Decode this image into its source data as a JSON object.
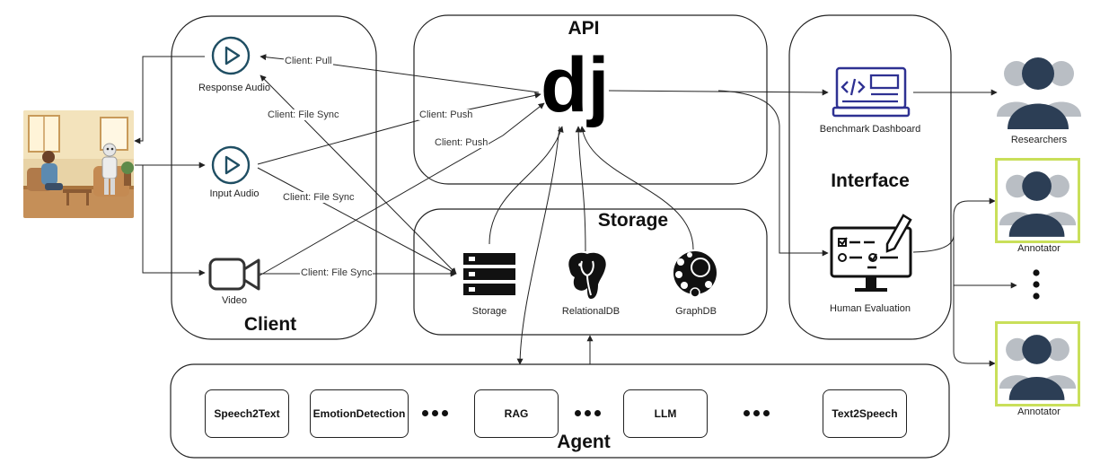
{
  "groups": {
    "api": "API",
    "storage": "Storage",
    "interface": "Interface",
    "client": "Client",
    "agent": "Agent"
  },
  "client": {
    "response_audio": "Response Audio",
    "input_audio": "Input Audio",
    "video": "Video"
  },
  "storage": {
    "storage": "Storage",
    "relational": "RelationalDB",
    "graph": "GraphDB"
  },
  "interface": {
    "dashboard": "Benchmark Dashboard",
    "human_eval": "Human Evaluation"
  },
  "users": {
    "researchers": "Researchers",
    "annotator_1": "Annotator",
    "annotator_2": "Annotator"
  },
  "agent": {
    "speech2text": "Speech2Text",
    "emotion": "EmotionDetection",
    "rag": "RAG",
    "llm": "LLM",
    "text2speech": "Text2Speech"
  },
  "edges": {
    "pull": "Client: Pull",
    "file_sync_1": "Client: File Sync",
    "push_1": "Client: Push",
    "push_2": "Client: Push",
    "file_sync_2": "Client: File Sync",
    "file_sync_3": "Client: File Sync"
  },
  "api_logo": "dj",
  "colors": {
    "client_icon": "#1f4e63",
    "person": "#2c3e55",
    "person_bg": "#b9bec4",
    "annotator_frame": "#c9df5a",
    "dashboard_icon": "#2e3192"
  }
}
